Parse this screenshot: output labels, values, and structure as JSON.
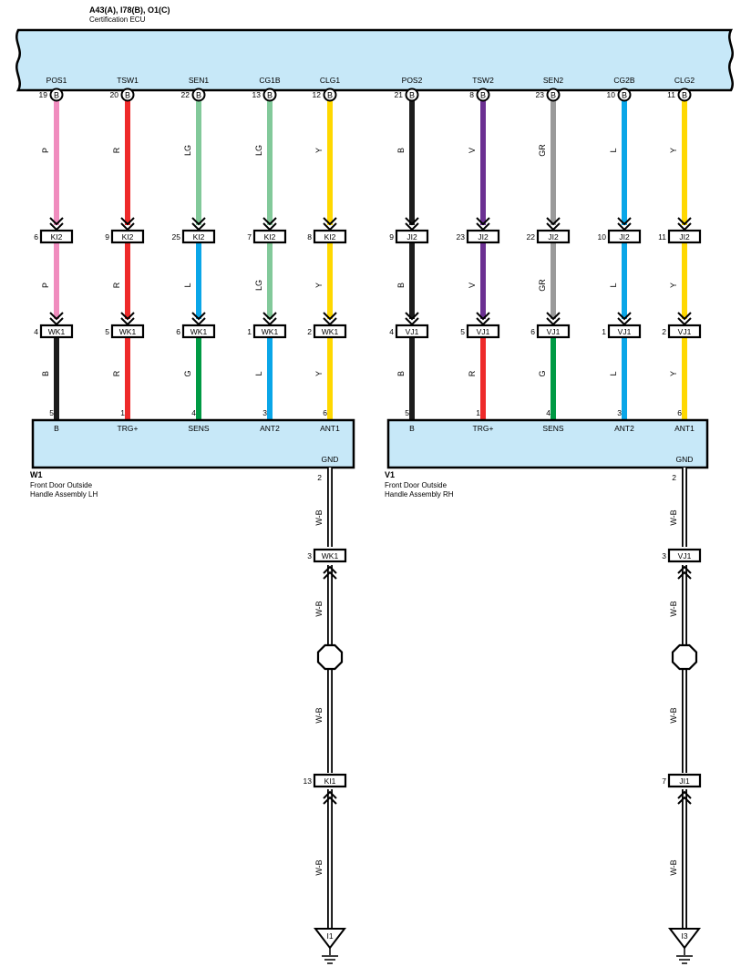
{
  "ecu": {
    "code": "A43(A), I78(B), O1(C)",
    "name": "Certification ECU",
    "connector_badge": "B",
    "pins": [
      {
        "label": "POS1",
        "num": "19"
      },
      {
        "label": "TSW1",
        "num": "20"
      },
      {
        "label": "SEN1",
        "num": "22"
      },
      {
        "label": "CG1B",
        "num": "13"
      },
      {
        "label": "CLG1",
        "num": "12"
      },
      {
        "label": "POS2",
        "num": "21"
      },
      {
        "label": "TSW2",
        "num": "8"
      },
      {
        "label": "SEN2",
        "num": "23"
      },
      {
        "label": "CG2B",
        "num": "10"
      },
      {
        "label": "CLG2",
        "num": "11"
      }
    ]
  },
  "colors": {
    "P": "#f08cbe",
    "R": "#ee2a2a",
    "LG": "#82c99a",
    "Y": "#ffd800",
    "B": "#1c1c1c",
    "V": "#6b3092",
    "GR": "#9a9a9a",
    "L": "#0aa6e8",
    "G": "#009a44",
    "box": "#c7e8f8"
  },
  "wires": [
    {
      "seg1": "P",
      "conn1": {
        "num": "6",
        "name": "KI2"
      },
      "seg2": "P",
      "conn2": {
        "num": "4",
        "name": "WK1"
      },
      "seg3": "B",
      "end_pin": "5"
    },
    {
      "seg1": "R",
      "conn1": {
        "num": "9",
        "name": "KI2"
      },
      "seg2": "R",
      "conn2": {
        "num": "5",
        "name": "WK1"
      },
      "seg3": "R",
      "end_pin": "1"
    },
    {
      "seg1": "LG",
      "conn1": {
        "num": "25",
        "name": "KI2"
      },
      "seg2": "L",
      "conn2": {
        "num": "6",
        "name": "WK1"
      },
      "seg3": "G",
      "end_pin": "4"
    },
    {
      "seg1": "LG",
      "conn1": {
        "num": "7",
        "name": "KI2"
      },
      "seg2": "LG",
      "conn2": {
        "num": "1",
        "name": "WK1"
      },
      "seg3": "L",
      "end_pin": "3"
    },
    {
      "seg1": "Y",
      "conn1": {
        "num": "8",
        "name": "KI2"
      },
      "seg2": "Y",
      "conn2": {
        "num": "2",
        "name": "WK1"
      },
      "seg3": "Y",
      "end_pin": "6"
    },
    {
      "seg1": "B",
      "conn1": {
        "num": "9",
        "name": "JI2"
      },
      "seg2": "B",
      "conn2": {
        "num": "4",
        "name": "VJ1"
      },
      "seg3": "B",
      "end_pin": "5"
    },
    {
      "seg1": "V",
      "conn1": {
        "num": "23",
        "name": "JI2"
      },
      "seg2": "V",
      "conn2": {
        "num": "5",
        "name": "VJ1"
      },
      "seg3": "R",
      "end_pin": "1"
    },
    {
      "seg1": "GR",
      "conn1": {
        "num": "22",
        "name": "JI2"
      },
      "seg2": "GR",
      "conn2": {
        "num": "6",
        "name": "VJ1"
      },
      "seg3": "G",
      "end_pin": "4"
    },
    {
      "seg1": "L",
      "conn1": {
        "num": "10",
        "name": "JI2"
      },
      "seg2": "L",
      "conn2": {
        "num": "1",
        "name": "VJ1"
      },
      "seg3": "L",
      "end_pin": "3"
    },
    {
      "seg1": "Y",
      "conn1": {
        "num": "11",
        "name": "JI2"
      },
      "seg2": "Y",
      "conn2": {
        "num": "2",
        "name": "VJ1"
      },
      "seg3": "Y",
      "end_pin": "6"
    }
  ],
  "devices": [
    {
      "code": "W1",
      "name_line1": "Front Door Outside",
      "name_line2": "Handle Assembly LH",
      "pins": [
        "B",
        "TRG+",
        "SENS",
        "ANT2",
        "ANT1"
      ],
      "gnd_label": "GND",
      "gnd_pin": "2",
      "ground": {
        "wire_color": "W-B",
        "conn1": {
          "num": "3",
          "name": "WK1"
        },
        "conn2": {
          "num": "13",
          "name": "KI1"
        },
        "ground_point": "I1"
      }
    },
    {
      "code": "V1",
      "name_line1": "Front Door Outside",
      "name_line2": "Handle Assembly RH",
      "pins": [
        "B",
        "TRG+",
        "SENS",
        "ANT2",
        "ANT1"
      ],
      "gnd_label": "GND",
      "gnd_pin": "2",
      "ground": {
        "wire_color": "W-B",
        "conn1": {
          "num": "3",
          "name": "VJ1"
        },
        "conn2": {
          "num": "7",
          "name": "JI1"
        },
        "ground_point": "I3"
      }
    }
  ]
}
